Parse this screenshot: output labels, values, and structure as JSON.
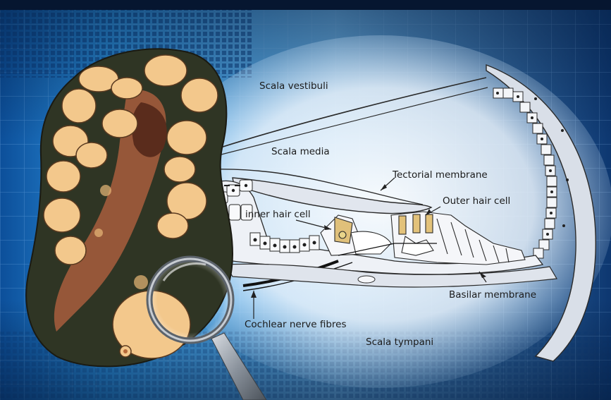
{
  "labels": {
    "scala_vestibuli": "Scala vestibuli",
    "scala_media": "Scala media",
    "tectorial_membrane": "Tectorial membrane",
    "inner_hair_cell": "inner hair cell",
    "outer_hair_cell": "Outer hair cell",
    "basilar_membrane": "Basilar membrane",
    "cochlear_nerve_fibres": "Cochlear nerve fibres",
    "scala_tympani": "Scala tympani"
  },
  "colors": {
    "background": "#0b3a78",
    "accent": "#2f8fe0",
    "histology_tissue": "#8a4a2e",
    "histology_cell": "#f6d49a",
    "diagram_fill": "#e9edf3"
  }
}
